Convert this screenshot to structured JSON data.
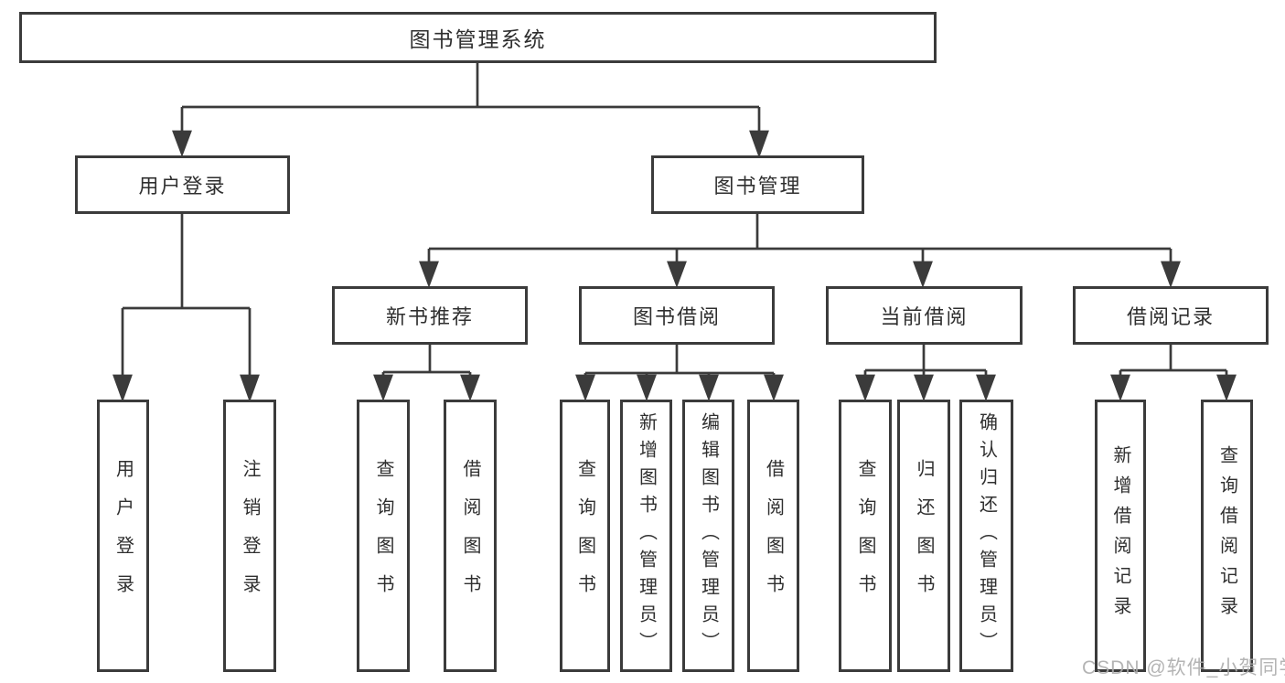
{
  "diagram": {
    "root": {
      "label": "图书管理系统"
    },
    "branches": [
      {
        "label": "用户登录",
        "leaves": [
          "用户登录",
          "注销登录"
        ]
      },
      {
        "label": "图书管理",
        "groups": [
          {
            "label": "新书推荐",
            "leaves": [
              "查询图书",
              "借阅图书"
            ]
          },
          {
            "label": "图书借阅",
            "leaves": [
              "查询图书",
              "新增图书（管理员）",
              "编辑图书（管理员）",
              "借阅图书"
            ]
          },
          {
            "label": "当前借阅",
            "leaves": [
              "查询图书",
              "归还图书",
              "确认归还（管理员）"
            ]
          },
          {
            "label": "借阅记录",
            "leaves": [
              "新增借阅记录",
              "查询借阅记录"
            ]
          }
        ]
      }
    ]
  },
  "watermark": "CSDN @软件_小贺同学",
  "colors": {
    "line": "#3b3b3b",
    "text": "#2f2f2f",
    "watermark": "#acacac",
    "background": "#ffffff"
  }
}
